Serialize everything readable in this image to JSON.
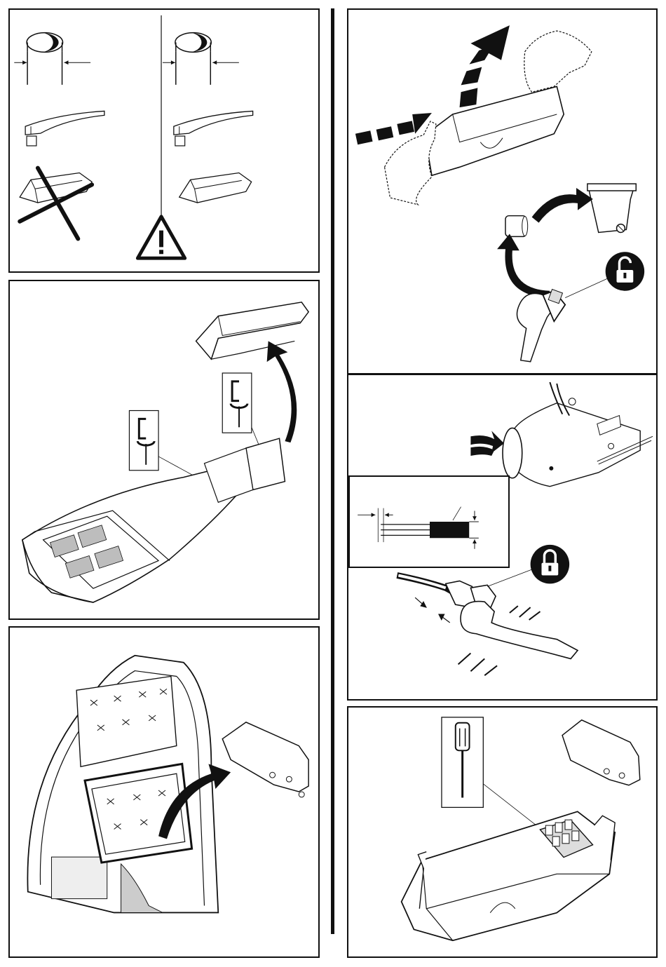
{
  "document": {
    "type": "installation-instructions-pictograms",
    "text_content": "",
    "colors": {
      "ink": "#111111",
      "paper": "#ffffff",
      "shade": "#9a9a9a"
    }
  },
  "panels": [
    {
      "id": "p1",
      "icons": [
        "pole-diameter-icon",
        "luminaire-arm-icon",
        "adapter-crossed-out-icon",
        "adapter-icon",
        "warning-icon"
      ]
    },
    {
      "id": "p2",
      "icons": [
        "allen-key-icon",
        "screw-icon",
        "rotate-arrow-icon",
        "adapter-icon",
        "lift-arrow-icon",
        "luminaire-icon"
      ]
    },
    {
      "id": "p3",
      "icons": [
        "open-luminaire-icon",
        "gear-tray-icon",
        "curved-arrow-icon"
      ]
    },
    {
      "id": "p4",
      "icons": [
        "hand-icon",
        "gear-tray-icon",
        "push-arrow-icon",
        "lift-arrow-icon",
        "cap-icon",
        "trash-bin-icon",
        "wrench-icon",
        "unlock-icon"
      ]
    },
    {
      "id": "p5",
      "icons": [
        "push-arrow-icon",
        "cable-end-icon",
        "strip-length-icon",
        "wrench-icon",
        "lock-icon"
      ]
    },
    {
      "id": "p6",
      "icons": [
        "screwdriver-icon",
        "gear-tray-icon",
        "terminal-block-icon"
      ]
    }
  ]
}
